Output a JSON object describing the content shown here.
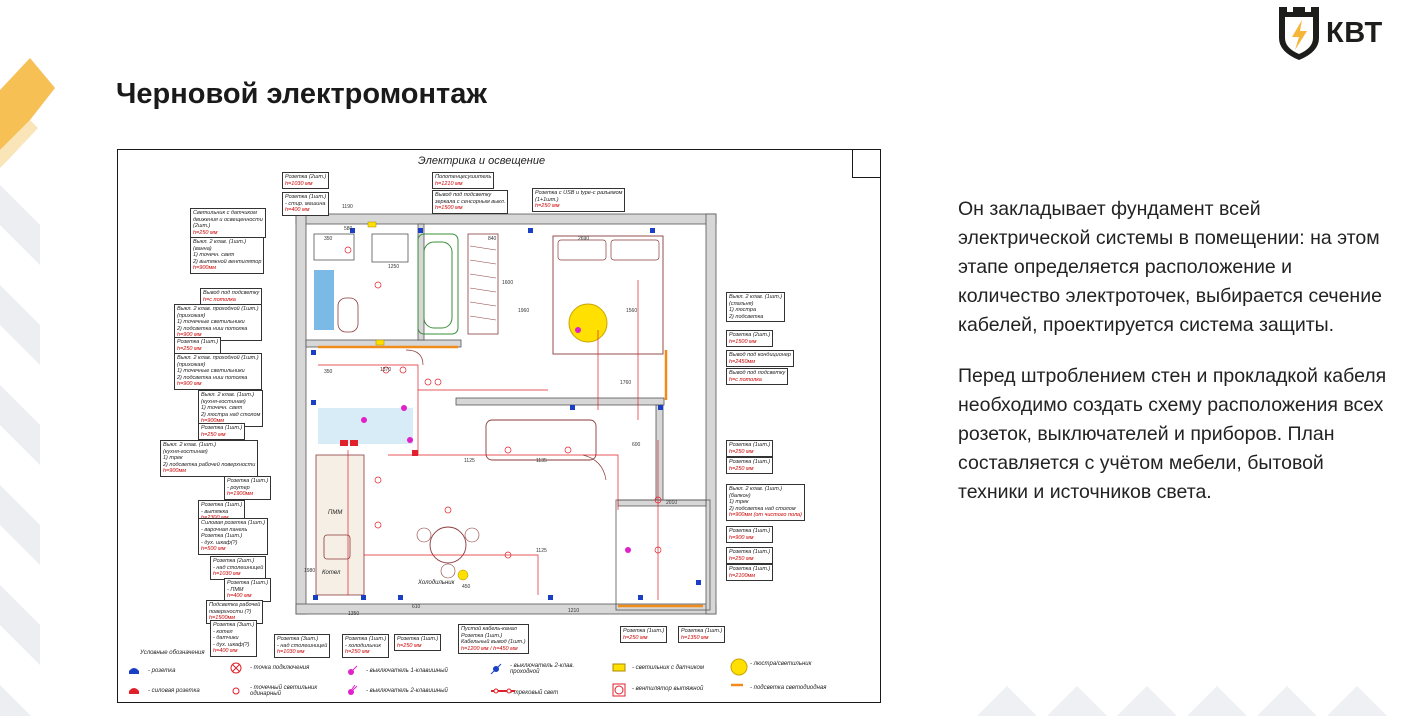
{
  "logo": {
    "text": "КВТ"
  },
  "title": "Черновой электромонтаж",
  "drawing": {
    "title": "Электрика и освещение",
    "notes": [
      {
        "lines": [
          "Розетка (2шт.)"
        ],
        "h": "h=1030 мм"
      },
      {
        "lines": [
          "Розетка (1шт.)",
          "- стир. машина"
        ],
        "h": "h=400 мм"
      },
      {
        "lines": [
          "Полотенцесушитель"
        ],
        "h": "h=1210 мм"
      },
      {
        "lines": [
          "Вывод под подсветку",
          "зеркала с сенсорным выкл."
        ],
        "h": "h=1500 мм"
      },
      {
        "lines": [
          "Розетка с USB и type-c разъемом",
          "(1+1шт.)"
        ],
        "h": "h=250 мм"
      },
      {
        "lines": [
          "Светильник с датчиком",
          "движения и освещенности",
          "(2шт.)"
        ],
        "h": "h=250 мм"
      },
      {
        "lines": [
          "Выкл. 2 клав. (1шт.)",
          "(ванна)",
          "1) точечн. свет",
          "2) вытяжной вентилятор"
        ],
        "h": "h=900мм"
      },
      {
        "lines": [
          "Вывод под подсветку"
        ],
        "h": "h=с потолка"
      },
      {
        "lines": [
          "Выкл. 2 клав. проходной (1шт.)",
          "(прихожая)",
          "1) точечные светильники",
          "2) подсветка ниш потолка"
        ],
        "h": "h=900 мм"
      },
      {
        "lines": [
          "Розетка (1шт.)"
        ],
        "h": "h=250 мм"
      },
      {
        "lines": [
          "Выкл. 2 клав. проходной (1шт.)",
          "(прихожая)",
          "1) точечные светильники",
          "2) подсветка ниш потолка"
        ],
        "h": "h=900 мм"
      },
      {
        "lines": [
          "Выкл. 2 клав. (1шт.)",
          "(кухня-гостиная)",
          "1) точечн. свет",
          "2) люстра над столом"
        ],
        "h": "h=900мм"
      },
      {
        "lines": [
          "Розетка (1шт.)"
        ],
        "h": "h=250 мм"
      },
      {
        "lines": [
          "Выкл. 2 клав. (1шт.)",
          "(кухня-гостиная)",
          "1) трек",
          "2) подсветка рабочей поверхности"
        ],
        "h": "h=900мм"
      },
      {
        "lines": [
          "Розетка (1шт.)",
          "- роутер"
        ],
        "h": "h=1900мм"
      },
      {
        "lines": [
          "Розетка (1шт.)",
          "- вытяжка"
        ],
        "h": "h=2300 мм"
      },
      {
        "lines": [
          "Силовая розетка (1шт.)",
          "- варочная панель",
          "Розетка (1шт.)",
          "- дух. шкаф(?)"
        ],
        "h": "h=500 мм"
      },
      {
        "lines": [
          "Розетка (2шт.)",
          "- над столешницей"
        ],
        "h": "h=1030 мм"
      },
      {
        "lines": [
          "Розетка (1шт.)",
          "- ПММ"
        ],
        "h": "h=400 мм"
      },
      {
        "lines": [
          "Подсветка рабочей",
          "поверхности (?)"
        ],
        "h": "h=1500мм"
      },
      {
        "lines": [
          "Розетка (3шт.)",
          "- котел",
          "- датчики",
          "- дух. шкаф(?)"
        ],
        "h": "h=400 мм"
      },
      {
        "lines": [
          "Розетка (3шт.)",
          "- над столешницей"
        ],
        "h": "h=1030 мм"
      },
      {
        "lines": [
          "Розетка (1шт.)",
          "- холодильник"
        ],
        "h": "h=250 мм"
      },
      {
        "lines": [
          "Розетка (1шт.)"
        ],
        "h": "h=250 мм"
      },
      {
        "lines": [
          "Пустой кабель-канал",
          "Розетка (1шт.)",
          "Кабельный вывод (1шт.)"
        ],
        "h": "h=1200 мм / h=450 мм"
      },
      {
        "lines": [
          "Розетка (1шт.)"
        ],
        "h": "h=250 мм"
      },
      {
        "lines": [
          "Розетка (1шт.)"
        ],
        "h": "h=1350 мм"
      },
      {
        "lines": [
          "Выкл. 2 клав. (1шт.)",
          "(спальня)",
          "1) люстра",
          "2) подсветка"
        ],
        "h": "h=900 мм"
      },
      {
        "lines": [
          "Розетка (2шт.)"
        ],
        "h": "h=1500 мм"
      },
      {
        "lines": [
          "Вывод под кондиционер"
        ],
        "h": "h=2450мм"
      },
      {
        "lines": [
          "Вывод под подсветку"
        ],
        "h": "h=с потолка"
      },
      {
        "lines": [
          "Розетка (1шт.)"
        ],
        "h": "h=250 мм"
      },
      {
        "lines": [
          "Розетка (1шт.)"
        ],
        "h": "h=250 мм"
      },
      {
        "lines": [
          "Выкл. 2 клав. (1шт.)",
          "(балкон)",
          "1) трек",
          "2) подсветка над столом"
        ],
        "h": "h=900мм (от чистого пола)"
      },
      {
        "lines": [
          "Розетка (1шт.)"
        ],
        "h": "h=900 мм"
      },
      {
        "lines": [
          "Розетка (1шт.)"
        ],
        "h": "h=250 мм"
      },
      {
        "lines": [
          "Розетка (1шт.)"
        ],
        "h": "h=2100мм"
      }
    ],
    "room_labels": [
      "ПММ",
      "Котел",
      "Холодильник"
    ],
    "dimensions": [
      "1190",
      "350",
      "580",
      "1250",
      "840",
      "1960",
      "2690",
      "1600",
      "1560",
      "1370",
      "1760",
      "1125",
      "1135",
      "1125",
      "1350",
      "610",
      "1210",
      "600",
      "2010",
      "1980",
      "450",
      "350"
    ],
    "legend": {
      "title": "Условные обозначения",
      "items": [
        {
          "label": "- розетка",
          "icon": "socket-icon"
        },
        {
          "label": "- силовая розетка",
          "icon": "power-socket-icon"
        },
        {
          "label": "- точка подключения",
          "icon": "connection-point-icon"
        },
        {
          "label": "- точечный светильник одинарный",
          "icon": "spotlight-icon"
        },
        {
          "label": "- выключатель 1-клавишный",
          "icon": "switch-1-icon"
        },
        {
          "label": "- выключатель 2-клавишный",
          "icon": "switch-2-icon"
        },
        {
          "label": "- выключатель 2-клав. проходной",
          "icon": "pass-switch-icon"
        },
        {
          "label": "- трековый свет",
          "icon": "track-light-icon"
        },
        {
          "label": "- светильник с датчиком",
          "icon": "sensor-light-icon"
        },
        {
          "label": "- вентилятор вытяжной",
          "icon": "fan-icon"
        },
        {
          "label": "- люстра/светильник",
          "icon": "chandelier-icon"
        },
        {
          "label": "- подсветка светодиодная",
          "icon": "led-strip-icon"
        }
      ]
    }
  },
  "text": {
    "paragraph1": "Он закладывает фундамент всей электрической системы в помещении: на этом этапе определяется расположение и количество электроточек, выбирается сечение кабелей, проектируется система защиты.",
    "paragraph2": "Перед штроблением стен и прокладкой кабеля необходимо создать схему расположения всех розеток, выключателей и приборов. План составляется с учётом мебели, бытовой техники и источников света."
  },
  "colors": {
    "accent": "#f5b537",
    "deco_grey": "#eceef1",
    "wiring": "#e0202a",
    "wall": "#cfcfcf",
    "furniture": "#8b3a3a"
  }
}
